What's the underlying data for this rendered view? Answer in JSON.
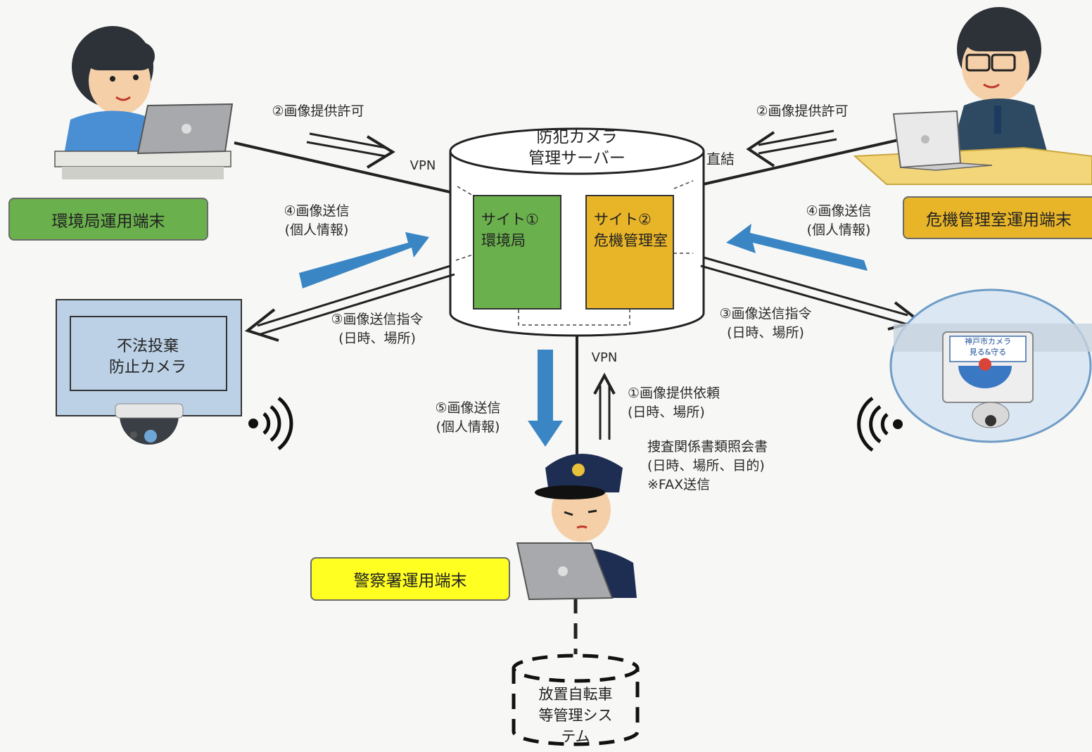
{
  "server": {
    "title": "防犯カメラ\n管理サーバー"
  },
  "sites": [
    {
      "label": "サイト①\n環境局",
      "color": "#6ab04c"
    },
    {
      "label": "サイト②\n危機管理室",
      "color": "#e8b428"
    }
  ],
  "terminals": {
    "environment": {
      "label": "環境局運用端末",
      "color": "#6ab04c"
    },
    "crisis": {
      "label": "危機管理室運用端末",
      "color": "#e8b428"
    },
    "police": {
      "label": "警察署運用端末",
      "color": "#ffff22"
    }
  },
  "connections": {
    "vpn_left": "VPN",
    "vpn_bottom": "VPN",
    "direct": "直結"
  },
  "flows": {
    "permit_left": "②画像提供許可",
    "permit_right": "②画像提供許可",
    "send_left": "④画像送信\n(個人情報)",
    "send_right": "④画像送信\n(個人情報)",
    "command_left": "③画像送信指令\n(日時、場所)",
    "command_right": "③画像送信指令\n(日時、場所)",
    "send_police": "⑤画像送信\n(個人情報)",
    "request": "①画像提供依頼\n(日時、場所)",
    "documents": "捜査関係書類照会書\n(日時、場所、目的)\n※FAX送信"
  },
  "cameras": {
    "illegal_dumping": {
      "label": "不法投棄\n防止カメラ"
    },
    "kobe_sign": "神戸市カメラ\n見る&守る"
  },
  "bicycle_system": {
    "label": "放置自転車\n等管理シス\nテム"
  },
  "colors": {
    "blue_arrow": "#3a86c4",
    "green": "#6ab04c",
    "orange": "#e8b428",
    "yellow": "#ffff22"
  }
}
